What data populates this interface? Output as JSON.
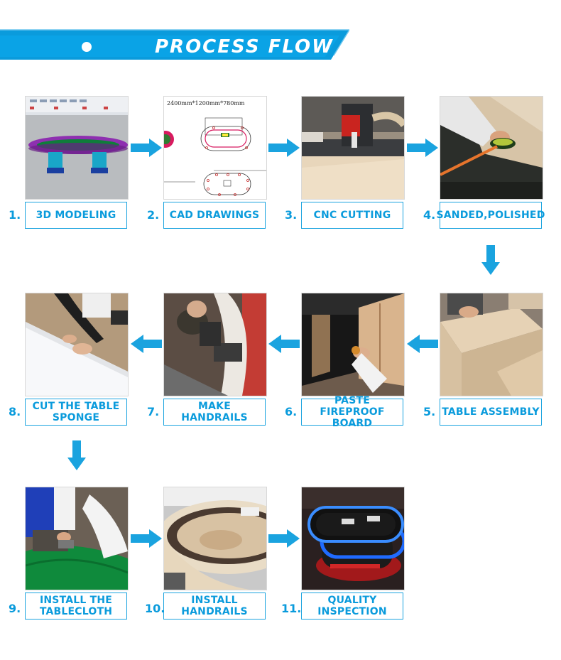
{
  "header": {
    "title": "PROCESS FLOW",
    "accent": "#0a9bdc"
  },
  "steps": [
    {
      "number": "1.",
      "label": "3D MODELING"
    },
    {
      "number": "2.",
      "label": "CAD DRAWINGS",
      "drawing_note": "2400mm*1200mm*780mm"
    },
    {
      "number": "3.",
      "label": "CNC CUTTING"
    },
    {
      "number": "4.",
      "label": "SANDED,POLISHED"
    },
    {
      "number": "5.",
      "label": "TABLE ASSEMBLY"
    },
    {
      "number": "6.",
      "label": "PASTE FIREPROOF BOARD"
    },
    {
      "number": "7.",
      "label": "MAKE HANDRAILS"
    },
    {
      "number": "8.",
      "label": "CUT THE TABLE SPONGE"
    },
    {
      "number": "9.",
      "label": "INSTALL THE TABLECLOTH"
    },
    {
      "number": "10.",
      "label": "INSTALL HANDRAILS"
    },
    {
      "number": "11.",
      "label": "QUALITY INSPECTION"
    }
  ],
  "icons": {
    "arrow_right": "arrow-right-icon",
    "arrow_down": "arrow-down-icon",
    "arrow_left": "arrow-left-icon"
  }
}
